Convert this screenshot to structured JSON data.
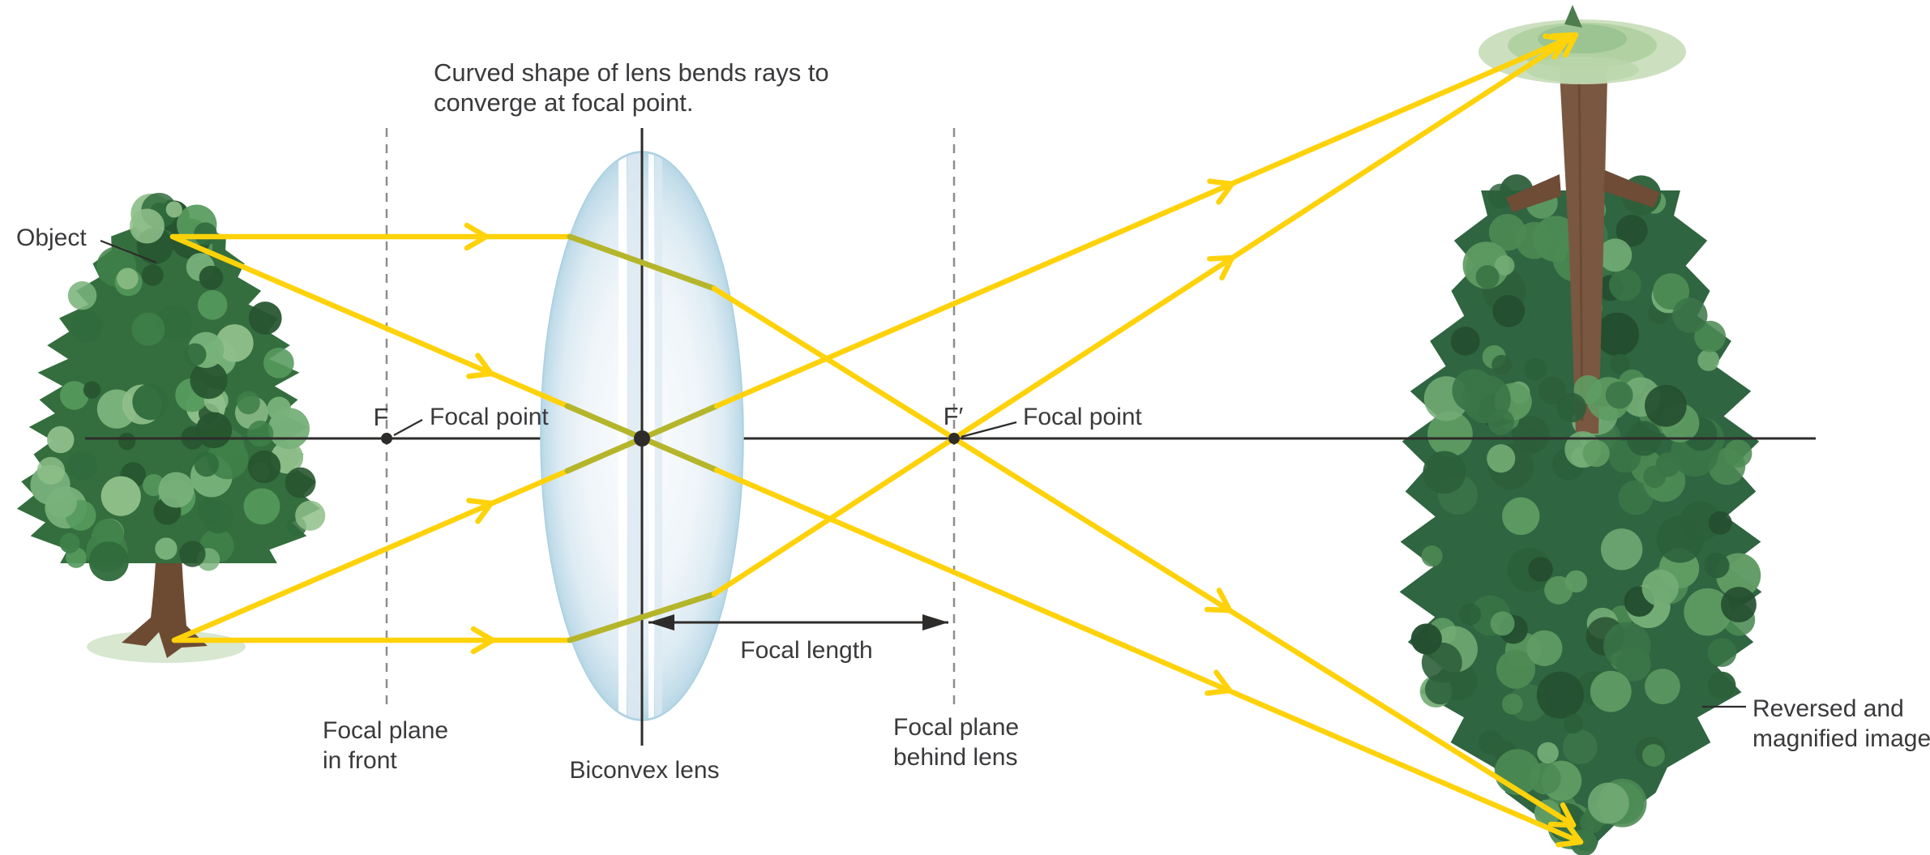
{
  "figure_title": {
    "line1": "Curved shape of lens bends rays to",
    "line2": "converge at focal point."
  },
  "labels": {
    "object": "Object",
    "focal_point_left": {
      "symbol": "F",
      "text": "Focal point"
    },
    "focal_point_right": {
      "symbol": "F′",
      "text": "Focal point"
    },
    "focal_length": "Focal length",
    "focal_plane_front": {
      "line1": "Focal plane",
      "line2": "in front"
    },
    "biconvex_lens": "Biconvex lens",
    "focal_plane_behind": {
      "line1": "Focal plane",
      "line2": "behind lens"
    },
    "reversed_image": {
      "line1": "Reversed and",
      "line2": "magnified image"
    }
  },
  "colors": {
    "ray_yellow": "#ffd20a",
    "ray_inside_lens": "#b5b52b",
    "axis_black": "#2e2c2b",
    "dashed_gray": "#8d8d8d",
    "text_gray": "#3b393c",
    "lens_edge_blue": "#a9cfe0",
    "lens_center_white": "#f7fbfd"
  }
}
